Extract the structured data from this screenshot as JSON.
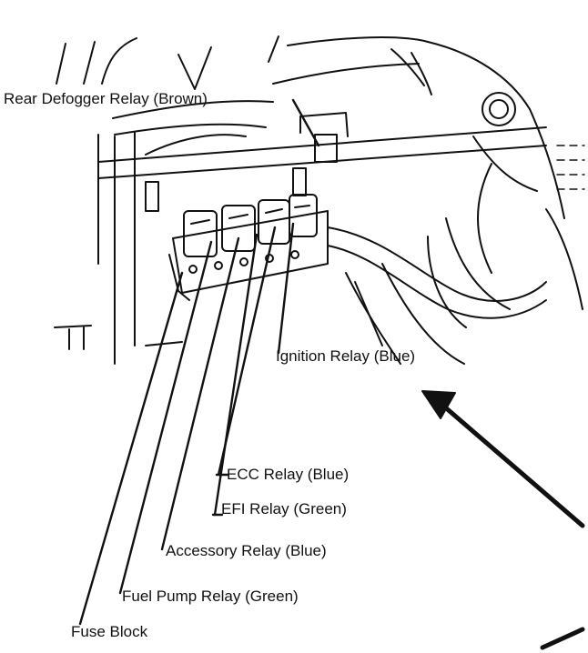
{
  "labels": {
    "rear_defogger": "Rear Defogger Relay (Brown)",
    "ignition": "Ignition Relay (Blue)",
    "ecc": "ECC Relay (Blue)",
    "efi": "EFI Relay (Green)",
    "accessory": "Accessory Relay (Blue)",
    "fuel_pump": "Fuel Pump Relay (Green)",
    "fuse_block": "Fuse Block"
  },
  "colors": {
    "ink": "#111111",
    "background": "#ffffff"
  }
}
